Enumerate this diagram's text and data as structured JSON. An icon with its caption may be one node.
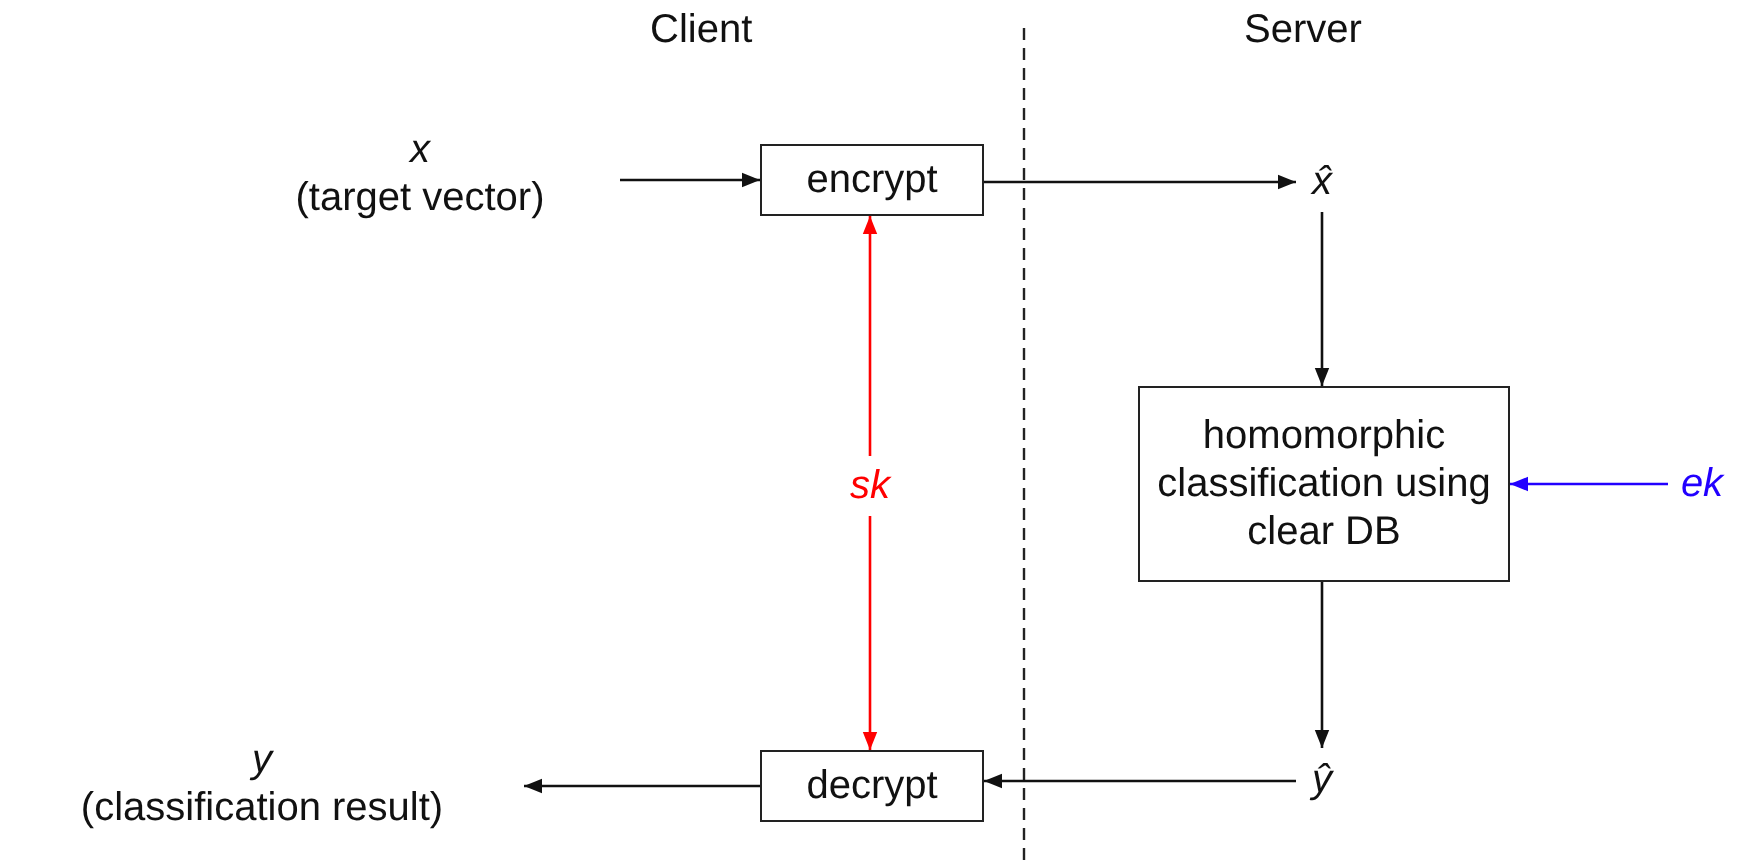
{
  "diagram": {
    "nodes": [
      {
        "text": [
          "x",
          "(target vector)"
        ]
      },
      {
        "text": [
          "encrypt"
        ]
      },
      {
        "text": [
          "x̂"
        ]
      },
      {
        "text": [
          "homomorphic classification using clear DB"
        ]
      },
      {
        "text": [
          "ek"
        ]
      },
      {
        "text": [
          "ŷ"
        ]
      },
      {
        "text": [
          "decrypt"
        ]
      },
      {
        "text": [
          "y",
          "(classification result)"
        ]
      },
      {
        "text": [
          "sk"
        ]
      }
    ],
    "edges": [
      {
        "from": 0,
        "to": 1,
        "arrow": "to"
      },
      {
        "from": 1,
        "to": 2,
        "arrow": "to"
      },
      {
        "from": 2,
        "to": 3,
        "arrow": "to"
      },
      {
        "from": 4,
        "to": 3,
        "arrow": "to",
        "color": "#2200ff"
      },
      {
        "from": 3,
        "to": 5,
        "arrow": "to"
      },
      {
        "from": 5,
        "to": 6,
        "arrow": "to"
      },
      {
        "from": 6,
        "to": 7,
        "arrow": "to"
      },
      {
        "from": 8,
        "to": 1,
        "arrow": "to",
        "color": "#ff0000"
      },
      {
        "from": 8,
        "to": 6,
        "arrow": "to",
        "color": "#ff0000"
      }
    ],
    "labels": [
      "Client",
      "Server"
    ]
  }
}
